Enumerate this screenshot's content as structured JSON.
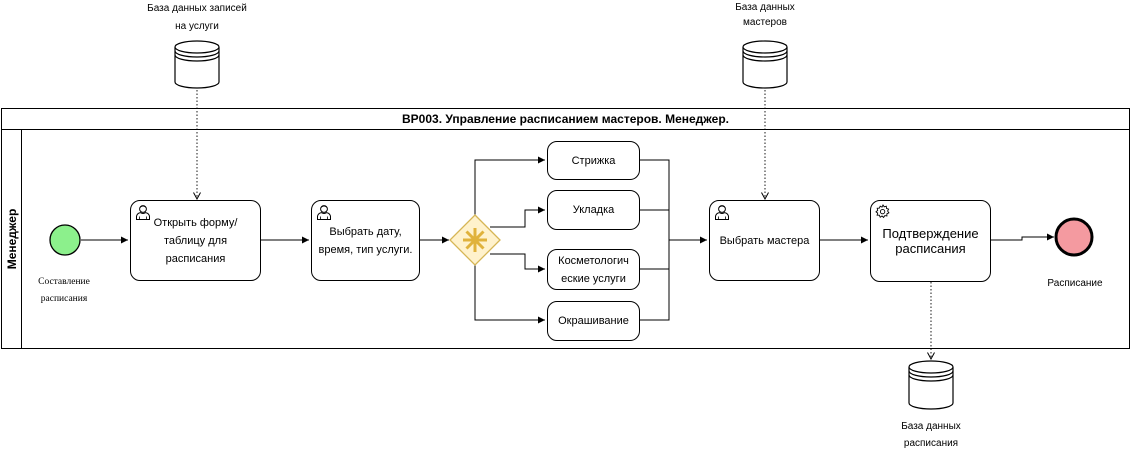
{
  "diagram": {
    "pool_title": "ВР003. Управление расписанием мастеров. Менеджер.",
    "lane_label": "Менеджер",
    "start_event": {
      "label": "Составление расписания"
    },
    "end_event": {
      "label": "Расписание"
    },
    "tasks": {
      "open_form": "Открыть форму/таблицу для расписания",
      "select_date": "Выбрать дату, время, тип услуги.",
      "haircut": "Стрижка",
      "styling": "Укладка",
      "cosmetology": "Косметологические услуги",
      "coloring": "Окрашивание",
      "select_master": "Выбрать мастера",
      "confirm": "Подтверждение расписания"
    },
    "data_stores": {
      "bookings": "База данных записей на услуги",
      "masters": "База данных мастеров",
      "schedule": "База данных расписания"
    },
    "colors": {
      "start_fill": "#8cf08c",
      "end_fill": "#f49aa0",
      "gateway_fill": "#fff2cc",
      "gateway_stroke": "#d6b656",
      "gateway_marker": "#e0b23b"
    },
    "icons": {
      "user_task": "user-icon",
      "service_task": "gear-icon",
      "gateway": "complex-gateway-icon",
      "data_store": "database-icon"
    }
  }
}
